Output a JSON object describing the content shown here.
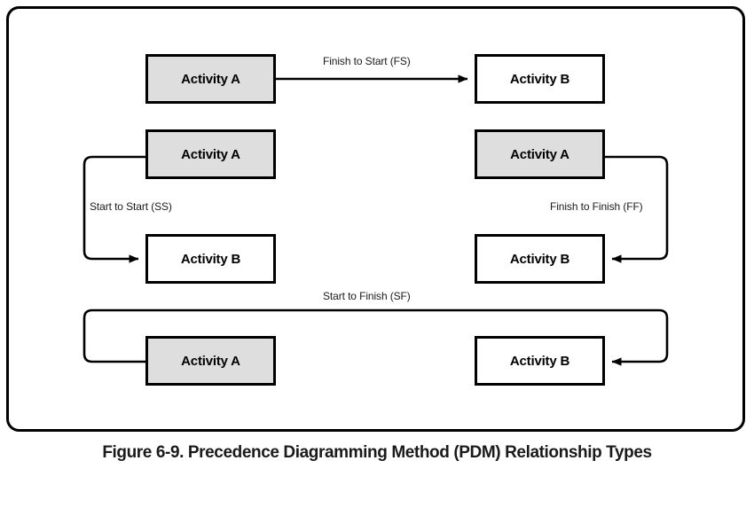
{
  "figure": {
    "caption": "Figure 6-9. Precedence Diagramming Method (PDM) Relationship Types",
    "border_color": "#000000",
    "background_color": "#ffffff"
  },
  "style": {
    "node_fill_shaded": "#dedede",
    "node_fill_plain": "#ffffff",
    "node_stroke": "#000000",
    "edge_stroke": "#000000",
    "label_color": "#1a1a1a"
  },
  "relationships": [
    {
      "id": "fs",
      "label": "Finish to Start (FS)",
      "predecessor": "Activity A",
      "successor": "Activity B",
      "from_side": "finish",
      "to_side": "start"
    },
    {
      "id": "ss",
      "label": "Start to Start (SS)",
      "predecessor": "Activity A",
      "successor": "Activity B",
      "from_side": "start",
      "to_side": "start"
    },
    {
      "id": "ff",
      "label": "Finish to Finish (FF)",
      "predecessor": "Activity A",
      "successor": "Activity B",
      "from_side": "finish",
      "to_side": "finish"
    },
    {
      "id": "sf",
      "label": "Start to Finish (SF)",
      "predecessor": "Activity A",
      "successor": "Activity B",
      "from_side": "start",
      "to_side": "finish"
    }
  ],
  "nodes": {
    "fs_a": "Activity A",
    "fs_b": "Activity B",
    "ss_a": "Activity A",
    "ss_b": "Activity B",
    "ff_a": "Activity A",
    "ff_b": "Activity B",
    "sf_a": "Activity A",
    "sf_b": "Activity B"
  }
}
